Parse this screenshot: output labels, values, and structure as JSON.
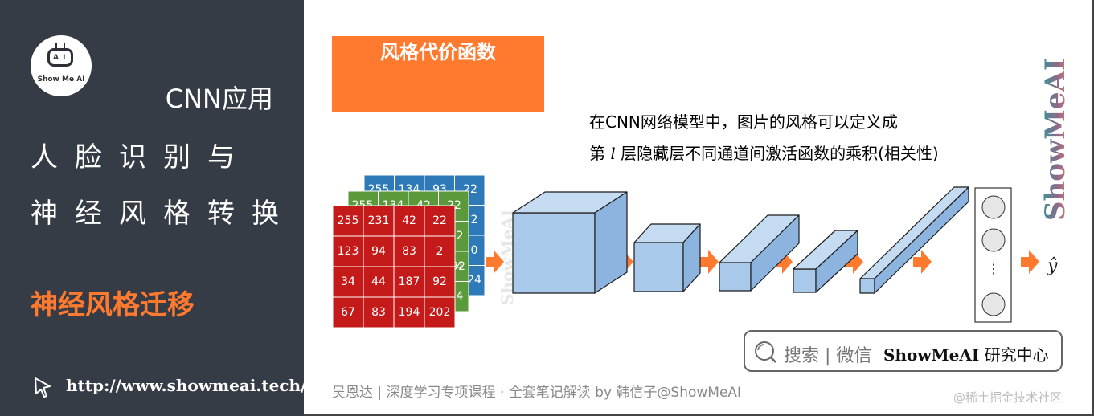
{
  "sidebar": {
    "logo_text": "Show Me AI",
    "logo_eyes": "A I",
    "line1": "CNN应用",
    "line2": "人脸识别与",
    "line3": "神经风格转换",
    "section": "神经风格迁移",
    "url": "http://www.showmeai.tech/"
  },
  "main": {
    "title": "风格代价函数",
    "desc_line1": "在CNN网络模型中，图片的风格可以定义成",
    "desc_line2_a": "第 ",
    "desc_line2_var": "l",
    "desc_line2_b": " 层隐藏层不同通道间激活函数的乘积(相关性)",
    "vertical_watermark": "ShowMeAI",
    "output_label": "ŷ",
    "output_dots": "⋮"
  },
  "matrices": {
    "red": [
      [
        "255",
        "231",
        "42",
        "22"
      ],
      [
        "123",
        "94",
        "83",
        "2"
      ],
      [
        "34",
        "44",
        "187",
        "92"
      ],
      [
        "67",
        "83",
        "194",
        "202"
      ]
    ],
    "green_visible": [
      "255",
      "134",
      "42",
      "22"
    ],
    "blue_visible": [
      "255",
      "134",
      "93",
      "22"
    ],
    "green_side": [
      "2",
      "4",
      "4"
    ],
    "blue_side": [
      "2",
      "0",
      "92",
      "24"
    ]
  },
  "search": {
    "placeholder": "搜索 | 微信",
    "brand": "ShowMeAI",
    "brand_suffix": " 研究中心"
  },
  "footer": "吴恩达 | 深度学习专项课程 · 全套笔记解读  by 韩信子@ShowMeAI",
  "juejin": "@稀土掘金技术社区",
  "colors": {
    "sidebar": "#363c45",
    "accent": "#ff7a2e",
    "cube": "#a9c9ea",
    "red": "#c41a1a",
    "green": "#5a9a3a",
    "blue": "#2e7ab8"
  },
  "icons": [
    "showmeai-logo-icon",
    "cursor-click-icon",
    "search-icon",
    "arrow-right-icon"
  ]
}
